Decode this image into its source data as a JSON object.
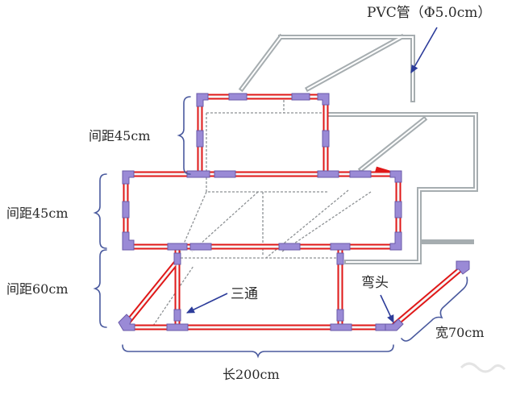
{
  "diagram": {
    "pipe_label": "PVC管（Φ5.0cm）",
    "spacing_top": "间距45cm",
    "spacing_mid": "间距45cm",
    "spacing_bottom": "间距60cm",
    "tee_label": "三通",
    "elbow_label": "弯头",
    "width_label": "宽70cm",
    "length_label": "长200cm"
  },
  "colors": {
    "pipe_fill": "#f6f6f6",
    "pipe_edge": "#e01818",
    "fitting": "#9a8ad6",
    "fitting_edge": "#6a5aa8",
    "back_frame": "#a6adb0",
    "dashed": "#8d9194",
    "bracket": "#4a5a9e",
    "arrow": "#2c3c9a"
  }
}
